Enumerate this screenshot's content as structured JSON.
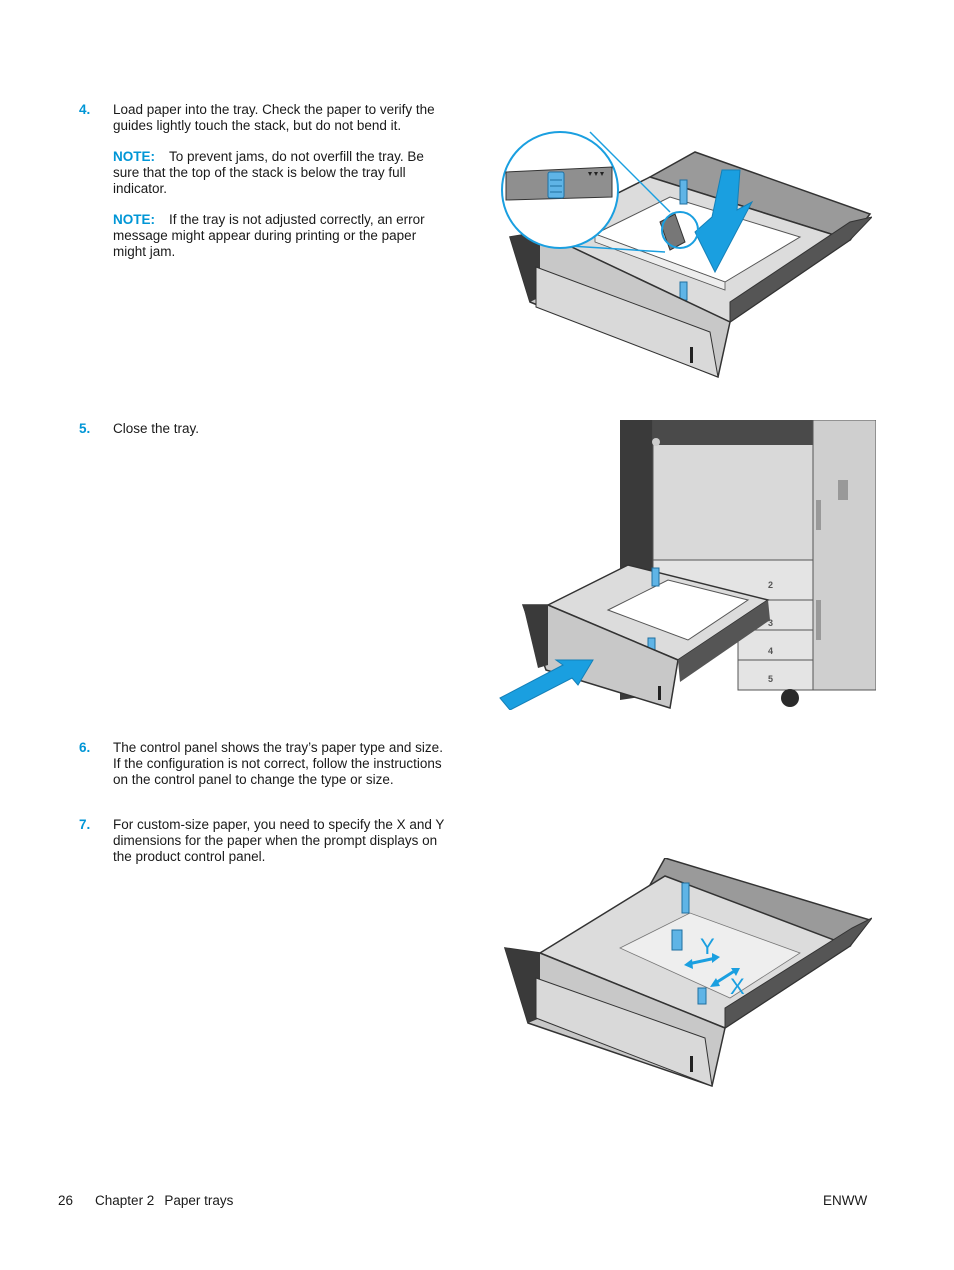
{
  "steps": [
    {
      "number": "4.",
      "text": "Load paper into the tray. Check the paper to verify the guides lightly touch the stack, but do not bend it.",
      "notes": [
        {
          "label": "NOTE:",
          "text": "To prevent jams, do not overfill the tray. Be sure that the top of the stack is below the tray full indicator."
        },
        {
          "label": "NOTE:",
          "text": "If the tray is not adjusted correctly, an error message might appear during printing or the paper might jam."
        }
      ]
    },
    {
      "number": "5.",
      "text": "Close the tray."
    },
    {
      "number": "6.",
      "text": "The control panel shows the tray’s paper type and size. If the configuration is not correct, follow the instructions on the control panel to change the type or size."
    },
    {
      "number": "7.",
      "text": "For custom-size paper, you need to specify the X and Y dimensions for the paper when the prompt displays on the product control panel."
    }
  ],
  "figures": {
    "tray_numbers": [
      "2",
      "3",
      "4",
      "5"
    ],
    "dimension_labels": {
      "y": "Y",
      "x": "X"
    }
  },
  "colors": {
    "accent": "#0096d6",
    "arrow": "#1a9fe0",
    "tray_dark": "#3a3a3a",
    "tray_light": "#d9d9d9"
  },
  "footer": {
    "page": "26",
    "chapter": "Chapter 2",
    "section": "Paper trays",
    "doc_code": "ENWW"
  }
}
